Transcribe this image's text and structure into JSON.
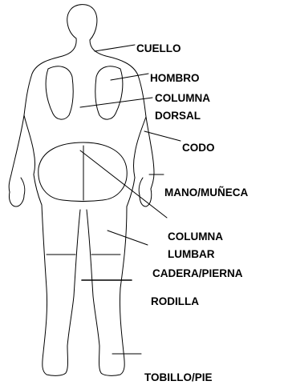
{
  "labels": {
    "neck": "CUELLO",
    "shoulder": "HOMBRO",
    "thoracic_line1": "COLUMNA",
    "thoracic_line2": "DORSAL",
    "elbow": "CODO",
    "hand_wrist": "MANO/MUÑECA",
    "lumbar_line1": "COLUMNA",
    "lumbar_line2": "LUMBAR",
    "hip_leg": "CADERA/PIERNA",
    "knee": "RODILLA",
    "ankle_foot": "TOBILLO/PIE"
  },
  "colors": {
    "outline": "#000000",
    "background": "#ffffff"
  }
}
